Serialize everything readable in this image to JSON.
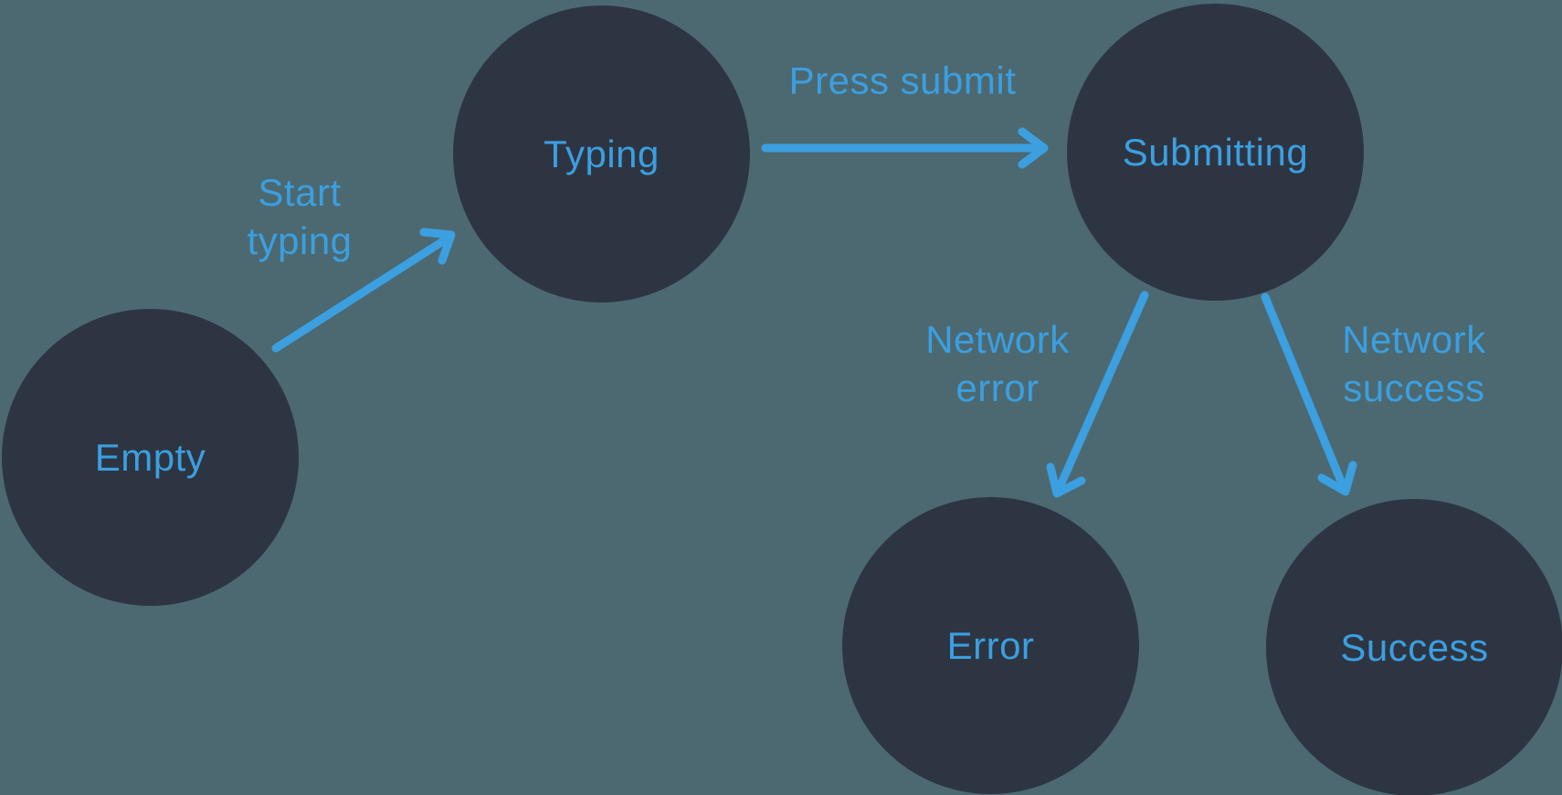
{
  "diagram": {
    "type": "state-machine",
    "colors": {
      "bg": "#4C6971",
      "node": "#2E3542",
      "accent": "#3B9FE0"
    },
    "nodes": [
      {
        "id": "empty",
        "label": "Empty"
      },
      {
        "id": "typing",
        "label": "Typing"
      },
      {
        "id": "submitting",
        "label": "Submitting"
      },
      {
        "id": "error",
        "label": "Error"
      },
      {
        "id": "success",
        "label": "Success"
      }
    ],
    "transitions": [
      {
        "from": "empty",
        "to": "typing",
        "label": "Start typing",
        "label_lines": [
          "Start",
          "typing"
        ]
      },
      {
        "from": "typing",
        "to": "submitting",
        "label": "Press submit",
        "label_lines": [
          "Press submit"
        ]
      },
      {
        "from": "submitting",
        "to": "error",
        "label": "Network error",
        "label_lines": [
          "Network",
          "error"
        ]
      },
      {
        "from": "submitting",
        "to": "success",
        "label": "Network success",
        "label_lines": [
          "Network",
          "success"
        ]
      }
    ]
  }
}
